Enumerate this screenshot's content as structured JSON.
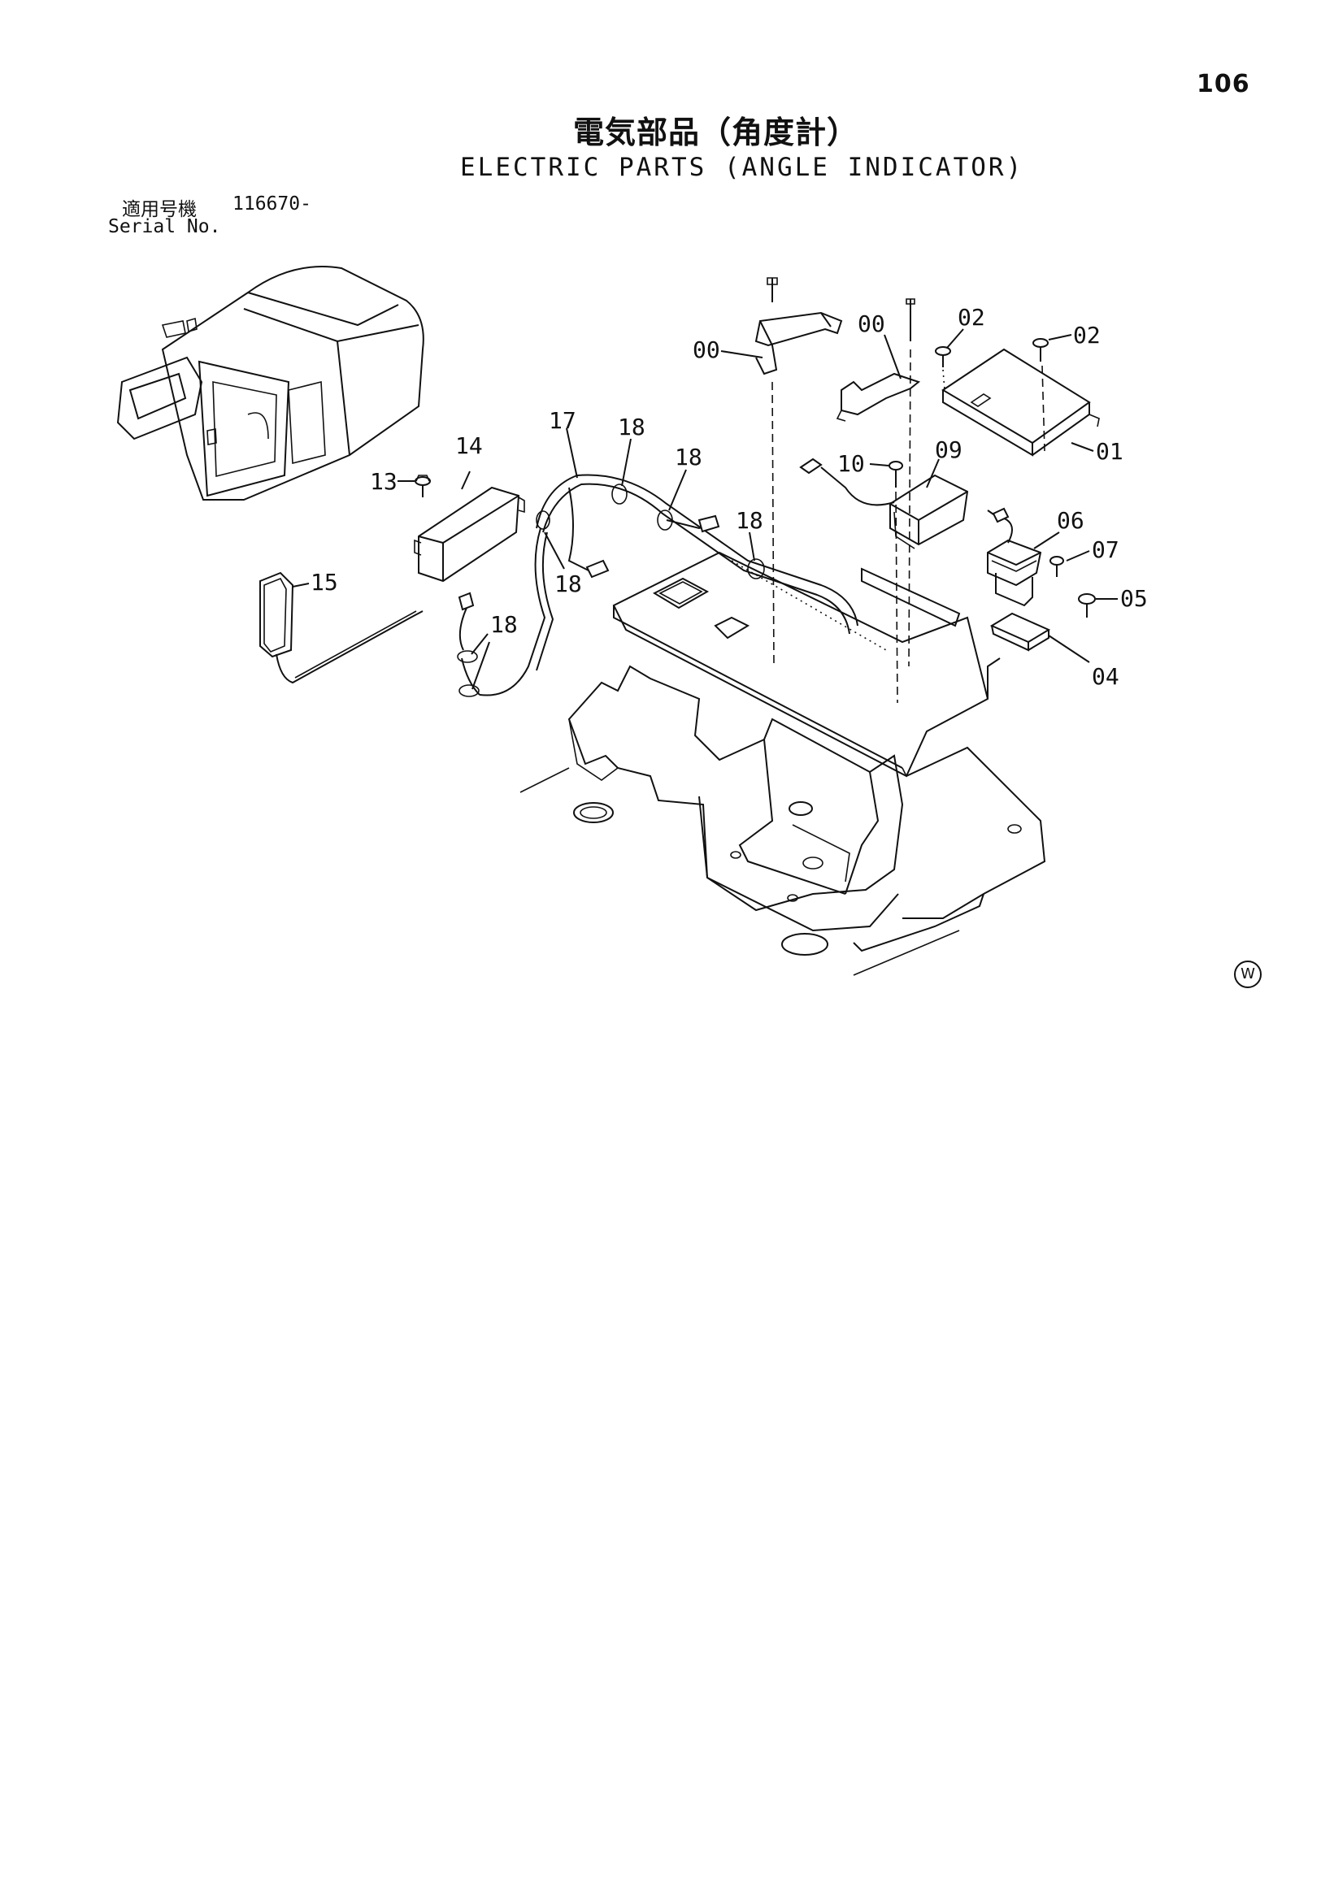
{
  "page": {
    "number": "106",
    "title_ja": "電気部品（角度計）",
    "title_en": "ELECTRIC PARTS (ANGLE INDICATOR)",
    "serial_label_ja": "適用号機",
    "serial_value": "116670-",
    "serial_label_en": "Serial No.",
    "corner_mark": "W"
  },
  "callouts": {
    "c00a": "00",
    "c00b": "00",
    "c02a": "02",
    "c02b": "02",
    "c01": "01",
    "c10": "10",
    "c09": "09",
    "c06": "06",
    "c07": "07",
    "c05": "05",
    "c04": "04",
    "c17": "17",
    "c18a": "18",
    "c18b": "18",
    "c18c": "18",
    "c18d": "18",
    "c18e": "18",
    "c14": "14",
    "c13": "13",
    "c15": "15"
  }
}
